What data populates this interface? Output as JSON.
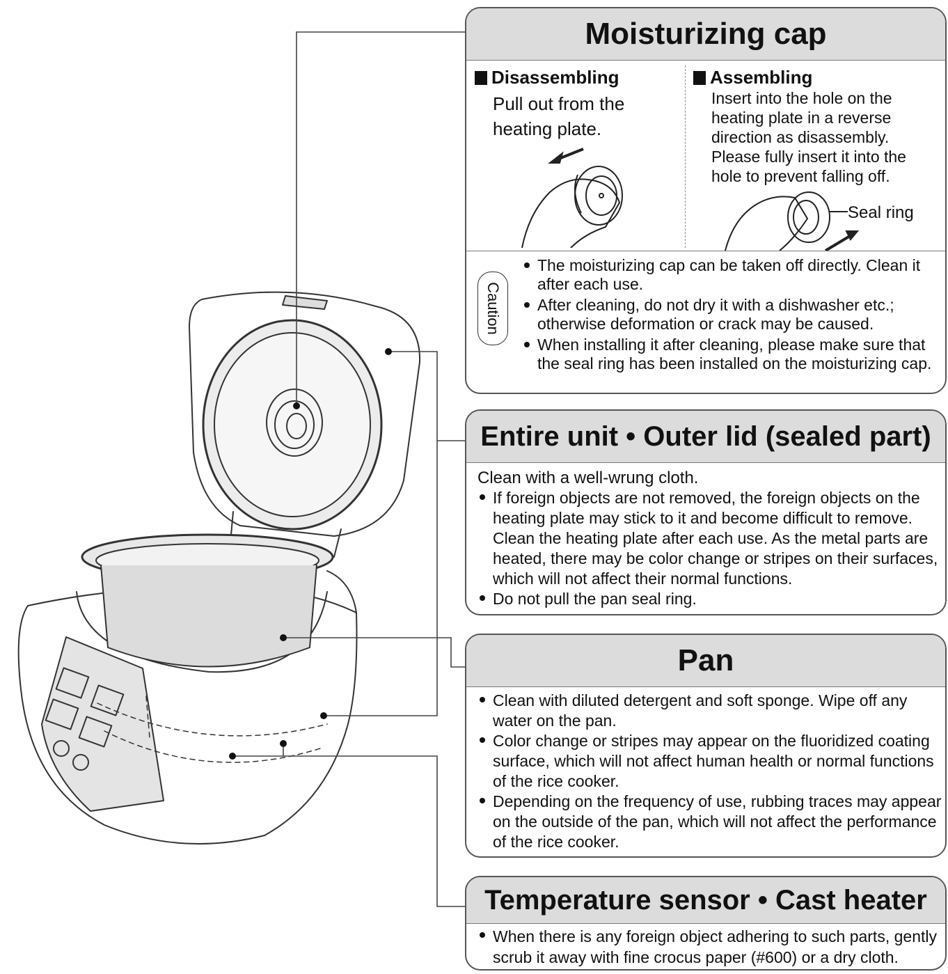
{
  "moisturizing_cap": {
    "title": "Moisturizing cap",
    "disassembling": {
      "heading": "Disassembling",
      "text": "Pull out from the heating plate."
    },
    "assembling": {
      "heading": "Assembling",
      "text": "Insert into the hole on the heating plate in a reverse direction as disassembly. Please fully insert it into the hole to prevent falling off.",
      "seal_ring_label": "Seal ring"
    },
    "caution_label": "Caution",
    "caution_items": [
      "The moisturizing cap can be taken off directly. Clean it after each use.",
      "After cleaning, do not dry it with a dishwasher etc.; otherwise deformation or crack may be caused.",
      "When installing it after cleaning, please make sure that the seal ring has been installed on the moisturizing cap."
    ]
  },
  "entire_unit": {
    "title": "Entire unit • Outer lid (sealed part)",
    "intro": "Clean with a well-wrung cloth.",
    "items": [
      "If foreign objects are not removed, the foreign objects on the heating plate may stick to it and become difficult to remove. Clean the heating plate after each use. As the metal parts are heated, there may be color change or stripes on their surfaces, which will not affect their normal functions.",
      "Do not pull the pan seal ring."
    ]
  },
  "pan": {
    "title": "Pan",
    "items": [
      "Clean with diluted detergent and soft sponge. Wipe off any water on the pan.",
      "Color change or stripes may appear on the fluoridized coating surface, which will not affect human health or normal functions of the rice cooker.",
      "Depending on the frequency of use, rubbing traces may appear on the outside of the pan, which will not affect the performance of the rice cooker."
    ]
  },
  "temperature_sensor": {
    "title": "Temperature sensor • Cast heater",
    "items": [
      "When there is any foreign object adhering to such parts, gently scrub it away with fine crocus paper (#600) or a dry cloth."
    ]
  }
}
